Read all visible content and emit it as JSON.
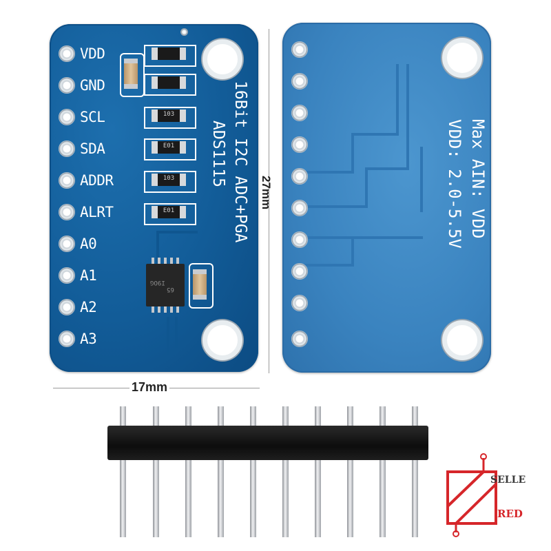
{
  "front_board": {
    "pin_labels": [
      "VDD",
      "GND",
      "SCL",
      "SDA",
      "ADDR",
      "ALRT",
      "A0",
      "A1",
      "A2",
      "A3"
    ],
    "silkscreen_line1": "16Bit I2C ADC+PGA",
    "silkscreen_line2": "ADS1115",
    "resistor_codes": [
      "103",
      "E01",
      "103",
      "E01"
    ],
    "ic_marking_line1": "I9OG",
    "ic_marking_line2": "65"
  },
  "back_board": {
    "silkscreen_line1": "Max AIN: VDD",
    "silkscreen_line2": "VDD: 2.0-5.5V"
  },
  "dimensions": {
    "height_label": "27mm",
    "width_label": "17mm"
  },
  "pin_header": {
    "pin_count": 10
  },
  "watermark": {
    "logo_text_top": "SELLE",
    "logo_text_bottom": "RED",
    "logo_color": "#d6262a"
  },
  "colors": {
    "front_pcb": "#125c98",
    "back_pcb": "#3a83bf",
    "silkscreen": "#ffffff"
  }
}
